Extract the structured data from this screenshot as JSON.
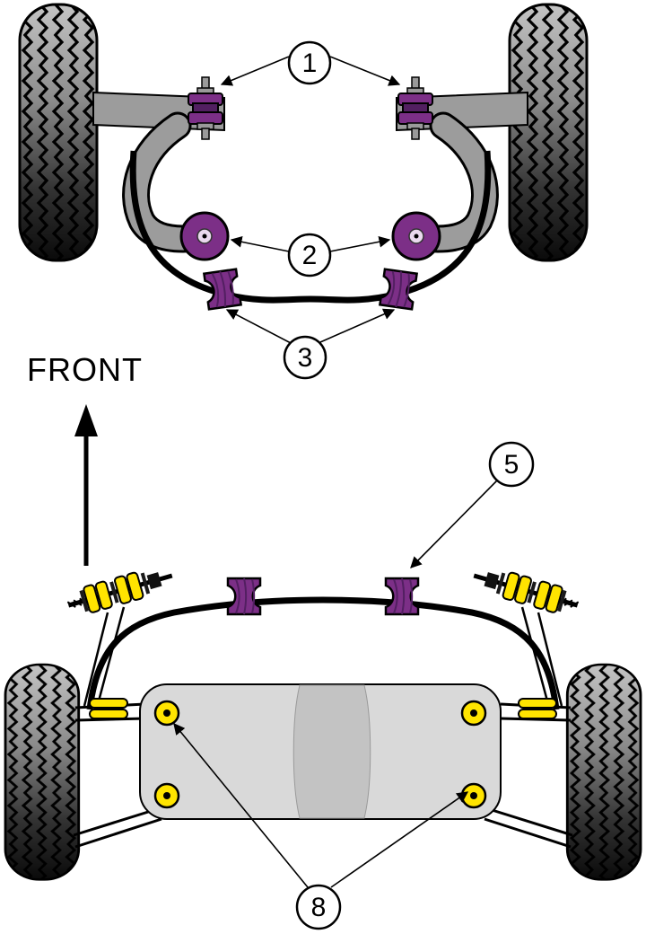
{
  "diagram": {
    "front_label": "FRONT",
    "callouts": {
      "c1": {
        "label": "1"
      },
      "c2": {
        "label": "2"
      },
      "c3": {
        "label": "3"
      },
      "c5": {
        "label": "5"
      },
      "c8": {
        "label": "8"
      }
    },
    "colors": {
      "bush_purple": "#7c2f87",
      "bush_purple_dark": "#521f61",
      "bush_yellow": "#ffe400",
      "arm_gray": "#9c9c9c",
      "steel_gray": "#9a9a9a",
      "subframe_gray": "#d9d9d9",
      "subframe_band": "#c3c3c3",
      "tire_top": "#c4c4c4",
      "tire_upper_mid": "#8a8a8a",
      "tire_lower_mid": "#333333",
      "tire_bottom": "#0a0a0a",
      "outline": "#000000",
      "background": "#ffffff"
    }
  }
}
